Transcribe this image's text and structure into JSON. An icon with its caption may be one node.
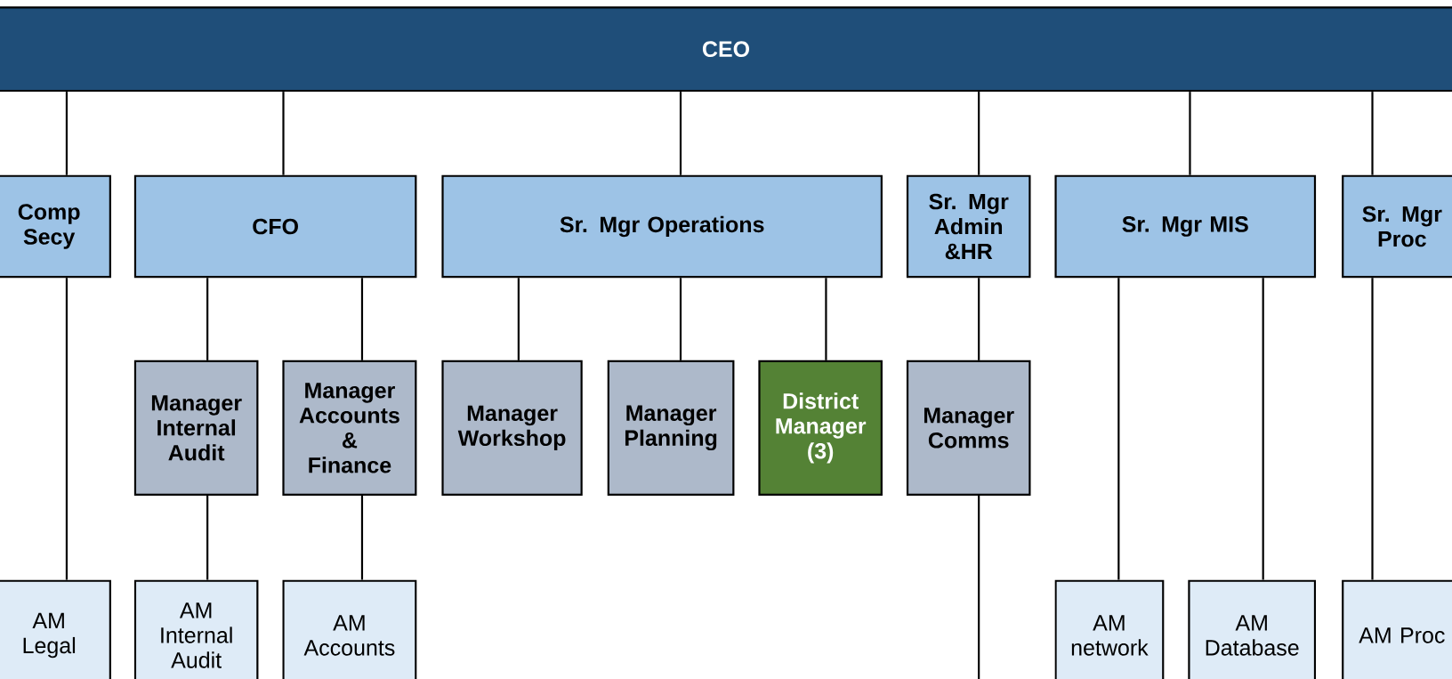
{
  "diagram": {
    "nodes": [
      {
        "text": [
          "CEO"
        ]
      },
      {
        "text": [
          "Comp Secy"
        ]
      },
      {
        "text": [
          "CFO"
        ]
      },
      {
        "text": [
          "Sr. Mgr Operations"
        ]
      },
      {
        "text": [
          "Sr. Mgr Admin &HR"
        ]
      },
      {
        "text": [
          "Sr. Mgr MIS"
        ]
      },
      {
        "text": [
          "Sr. Mgr Proc"
        ]
      },
      {
        "text": [
          "Manager Internal Audit"
        ]
      },
      {
        "text": [
          "Manager Accounts & Finance"
        ]
      },
      {
        "text": [
          "Manager Workshop"
        ]
      },
      {
        "text": [
          "Manager Planning"
        ]
      },
      {
        "text": [
          "District Manager (3)"
        ]
      },
      {
        "text": [
          "Manager Comms"
        ]
      },
      {
        "text": [
          "AM Legal"
        ]
      },
      {
        "text": [
          "AM Internal Audit"
        ]
      },
      {
        "text": [
          "AM Accounts"
        ]
      },
      {
        "text": [
          "AM network"
        ]
      },
      {
        "text": [
          "AM Database"
        ]
      },
      {
        "text": [
          "AM Proc"
        ]
      }
    ],
    "edges": [
      {
        "from": 0,
        "to": 1,
        "arrow": "none"
      },
      {
        "from": 0,
        "to": 2,
        "arrow": "none"
      },
      {
        "from": 0,
        "to": 3,
        "arrow": "none"
      },
      {
        "from": 0,
        "to": 4,
        "arrow": "none"
      },
      {
        "from": 0,
        "to": 5,
        "arrow": "none"
      },
      {
        "from": 0,
        "to": 6,
        "arrow": "none"
      },
      {
        "from": 2,
        "to": 7,
        "arrow": "none"
      },
      {
        "from": 2,
        "to": 8,
        "arrow": "none"
      },
      {
        "from": 3,
        "to": 9,
        "arrow": "none"
      },
      {
        "from": 3,
        "to": 10,
        "arrow": "none"
      },
      {
        "from": 3,
        "to": 11,
        "arrow": "none"
      },
      {
        "from": 4,
        "to": 12,
        "arrow": "none"
      },
      {
        "from": 1,
        "to": 13,
        "arrow": "none"
      },
      {
        "from": 7,
        "to": 14,
        "arrow": "none"
      },
      {
        "from": 8,
        "to": 15,
        "arrow": "none"
      },
      {
        "from": 5,
        "to": 16,
        "arrow": "none"
      },
      {
        "from": 5,
        "to": 17,
        "arrow": "none"
      },
      {
        "from": 6,
        "to": 18,
        "arrow": "none"
      },
      {
        "from": 12,
        "to": null,
        "arrow": "none"
      }
    ]
  }
}
